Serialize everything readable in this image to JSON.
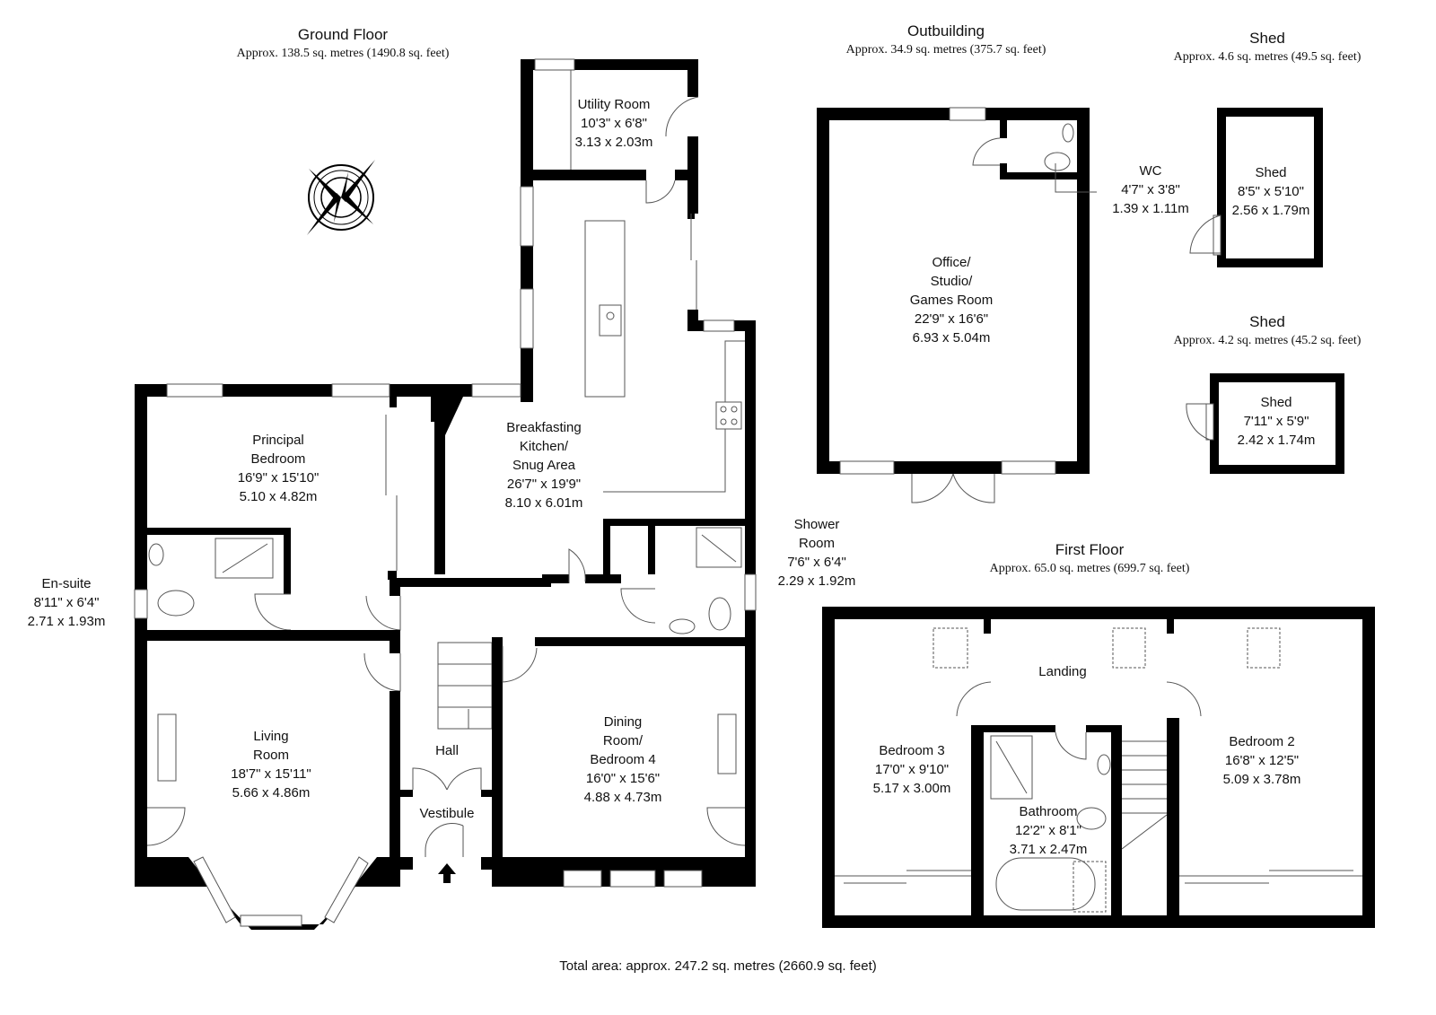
{
  "headers": {
    "ground_floor": {
      "title": "Ground Floor",
      "area": "Approx. 138.5 sq. metres (1490.8 sq. feet)"
    },
    "outbuilding": {
      "title": "Outbuilding",
      "area": "Approx. 34.9 sq. metres (375.7 sq. feet)"
    },
    "shed_1": {
      "title": "Shed",
      "area": "Approx. 4.6 sq. metres (49.5 sq. feet)"
    },
    "shed_2": {
      "title": "Shed",
      "area": "Approx. 4.2 sq. metres (45.2 sq. feet)"
    },
    "first_floor": {
      "title": "First Floor",
      "area": "Approx. 65.0 sq. metres (699.7 sq. feet)"
    }
  },
  "rooms": {
    "utility": {
      "name": "Utility Room",
      "imperial": "10'3\" x 6'8\"",
      "metric": "3.13 x 2.03m"
    },
    "principal_bedroom": {
      "name1": "Principal",
      "name2": "Bedroom",
      "imperial": "16'9\" x 15'10\"",
      "metric": "5.10 x 4.82m"
    },
    "kitchen": {
      "name1": "Breakfasting",
      "name2": "Kitchen/",
      "name3": "Snug Area",
      "imperial": "26'7\" x 19'9\"",
      "metric": "8.10 x 6.01m"
    },
    "shower_room": {
      "name1": "Shower",
      "name2": "Room",
      "imperial": "7'6\" x 6'4\"",
      "metric": "2.29 x 1.92m"
    },
    "en_suite": {
      "name": "En-suite",
      "imperial": "8'11\" x 6'4\"",
      "metric": "2.71 x 1.93m"
    },
    "living_room": {
      "name1": "Living",
      "name2": "Room",
      "imperial": "18'7\" x 15'11\"",
      "metric": "5.66 x 4.86m"
    },
    "hall": {
      "name": "Hall"
    },
    "vestibule": {
      "name": "Vestibule"
    },
    "dining_room": {
      "name1": "Dining",
      "name2": "Room/",
      "name3": "Bedroom 4",
      "imperial": "16'0\" x 15'6\"",
      "metric": "4.88 x 4.73m"
    },
    "office": {
      "name1": "Office/",
      "name2": "Studio/",
      "name3": "Games Room",
      "imperial": "22'9\" x 16'6\"",
      "metric": "6.93 x 5.04m"
    },
    "wc": {
      "name": "WC",
      "imperial": "4'7\" x 3'8\"",
      "metric": "1.39 x 1.11m"
    },
    "shed_1": {
      "name": "Shed",
      "imperial": "8'5\" x 5'10\"",
      "metric": "2.56 x 1.79m"
    },
    "shed_2": {
      "name": "Shed",
      "imperial": "7'11\" x 5'9\"",
      "metric": "2.42 x 1.74m"
    },
    "landing": {
      "name": "Landing"
    },
    "bedroom_3": {
      "name": "Bedroom 3",
      "imperial": "17'0\" x 9'10\"",
      "metric": "5.17 x 3.00m"
    },
    "bathroom": {
      "name": "Bathroom",
      "imperial": "12'2\" x 8'1\"",
      "metric": "3.71 x 2.47m"
    },
    "bedroom_2": {
      "name": "Bedroom 2",
      "imperial": "16'8\" x 12'5\"",
      "metric": "5.09 x 3.78m"
    }
  },
  "total_area": "Total area: approx. 247.2 sq. metres (2660.9 sq. feet)",
  "icons": {
    "compass": "compass-rose-icon",
    "entrance": "entrance-arrow-icon"
  }
}
